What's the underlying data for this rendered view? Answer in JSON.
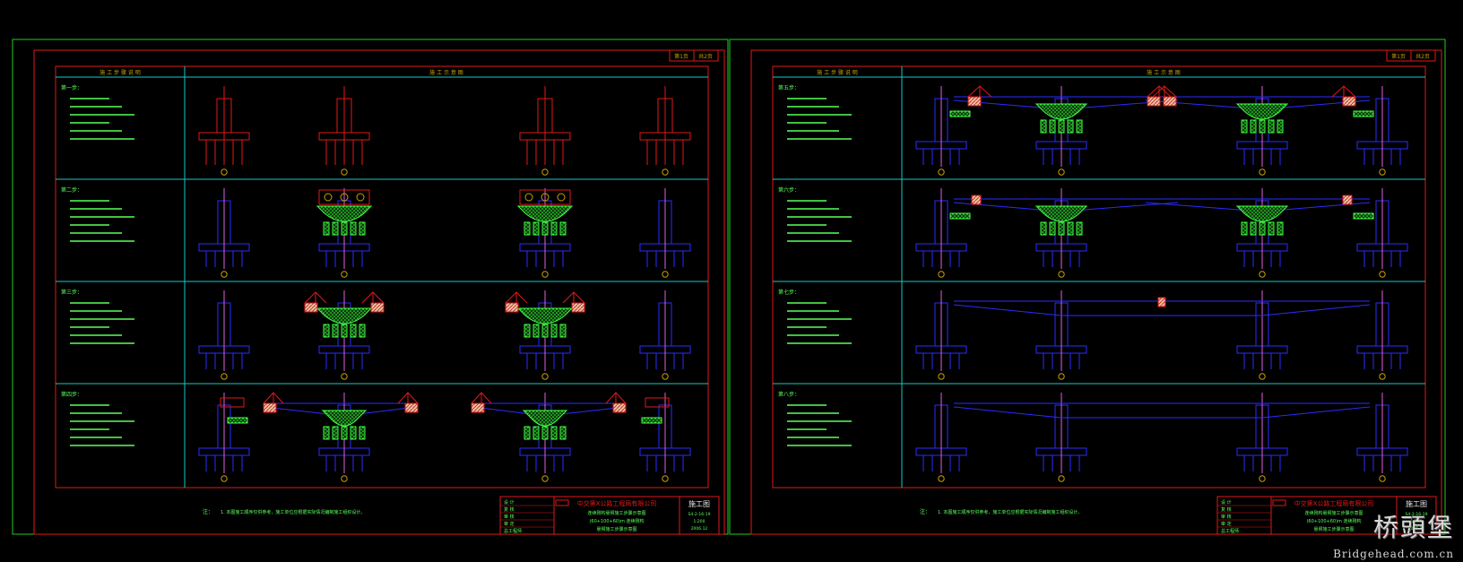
{
  "sheet": {
    "sheet_no_labels": [
      "第1页",
      "共2页"
    ],
    "column_headers": [
      "施 工 步 骤 说 明",
      "施 工 示 意 图"
    ],
    "left_step_labels": [
      "第一步：",
      "第二步：",
      "第三步：",
      "第四步："
    ],
    "right_step_labels": [
      "第五步：",
      "第六步：",
      "第七步：",
      "第八步："
    ],
    "note_label": "注：",
    "note_text": "1. 本图施工顺序仅供参考，施工单位应根据实际情况编制施工组织设计。",
    "company": "中交第X公路工程局有限公司",
    "drawing_title": "连续刚构悬臂施工步骤示意图",
    "drawing_subtitle": "(60+100+60)m 连续刚构",
    "drawing_subtitle2": "悬臂施工步骤示意图",
    "stage": "施工图",
    "title_rows": [
      "设 计",
      "复 核",
      "审 核",
      "审 定",
      "总工程师"
    ],
    "title_right": [
      "S4-2-16-19",
      "1:200",
      "2006.12"
    ]
  },
  "watermark": {
    "chinese": "桥頭堡",
    "english": "Bridgehead.com.cn"
  },
  "colors": {
    "frame_green": "#22cc22",
    "border_red": "#e01818",
    "grid_cyan": "#16c8c8",
    "structure_blue": "#2b2bff",
    "structure_red": "#e01818",
    "hatch_green": "#44ff44",
    "marker_yellow": "#c8a000",
    "text_green": "#5aff5a"
  }
}
